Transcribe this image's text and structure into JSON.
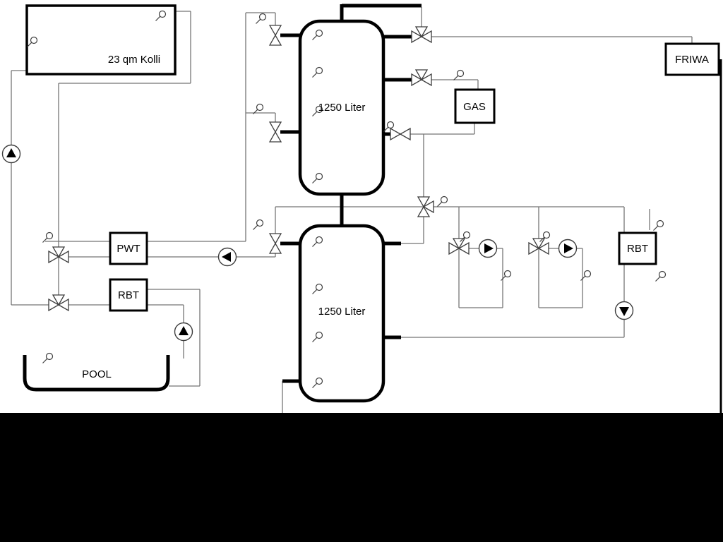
{
  "diagram": {
    "type": "heating-hydraulic-scheme",
    "labels": {
      "collector": "23 qm Kolli",
      "buffer_tank_top": "1250 Liter",
      "buffer_tank_bottom": "1250 Liter",
      "pwt": "PWT",
      "rbt_left": "RBT",
      "rbt_right": "RBT",
      "gas": "GAS",
      "friwa": "FRIWA",
      "pool": "POOL"
    },
    "colors": {
      "pipe_thin": "#757575",
      "pipe_thick": "#000000",
      "background": "#ffffff",
      "bottom_mask": "#000000"
    },
    "symbols": {
      "pump": "circle-with-solid-triangle",
      "valve_2way": "bowtie-outlined-triangles",
      "valve_3way": "bowtie-with-third-triangle",
      "sensor": "small-circle-with-stem"
    }
  }
}
